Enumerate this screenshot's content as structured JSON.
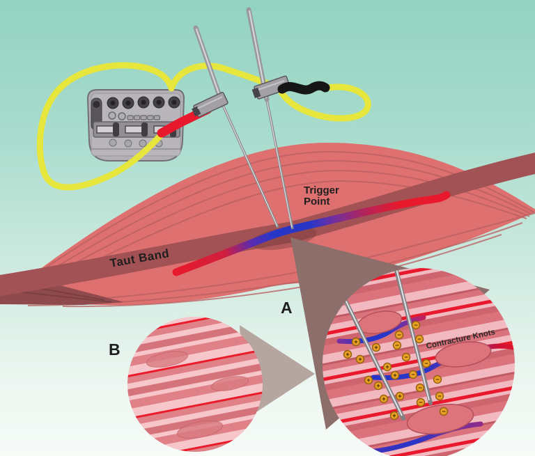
{
  "figure": {
    "labels": {
      "trigger_point_line1": "Trigger",
      "trigger_point_line2": "Point",
      "taut_band": "Taut Band",
      "panel_a": "A",
      "panel_b": "B",
      "contracture_knots": "Contracture Knots"
    },
    "symbols": {
      "plus": "+",
      "minus": "−"
    },
    "icons": {
      "stimulator": "electrical-stimulator-device",
      "needles": "dry-needling-needles",
      "insets": "magnified-muscle-fiber-circles"
    },
    "colors": {
      "background_top": "#93d2c1",
      "background_bottom": "#f6fbf8",
      "muscle_body": "#de7170",
      "taut_band": "#a25254",
      "band_red": "#e8192c",
      "trigger_blue": "#2836c8",
      "trigger_purple": "#6e2fa2",
      "cable_yellow": "#e6e63d",
      "clip_red": "#e8192c",
      "clip_black": "#161616",
      "device_gray": "#b2b0b4",
      "needle_silver": "#98989c",
      "ion_orange": "#e9a226",
      "wedge_dark": "#8c6e6a",
      "wedge_light": "#b5a6a0"
    }
  }
}
